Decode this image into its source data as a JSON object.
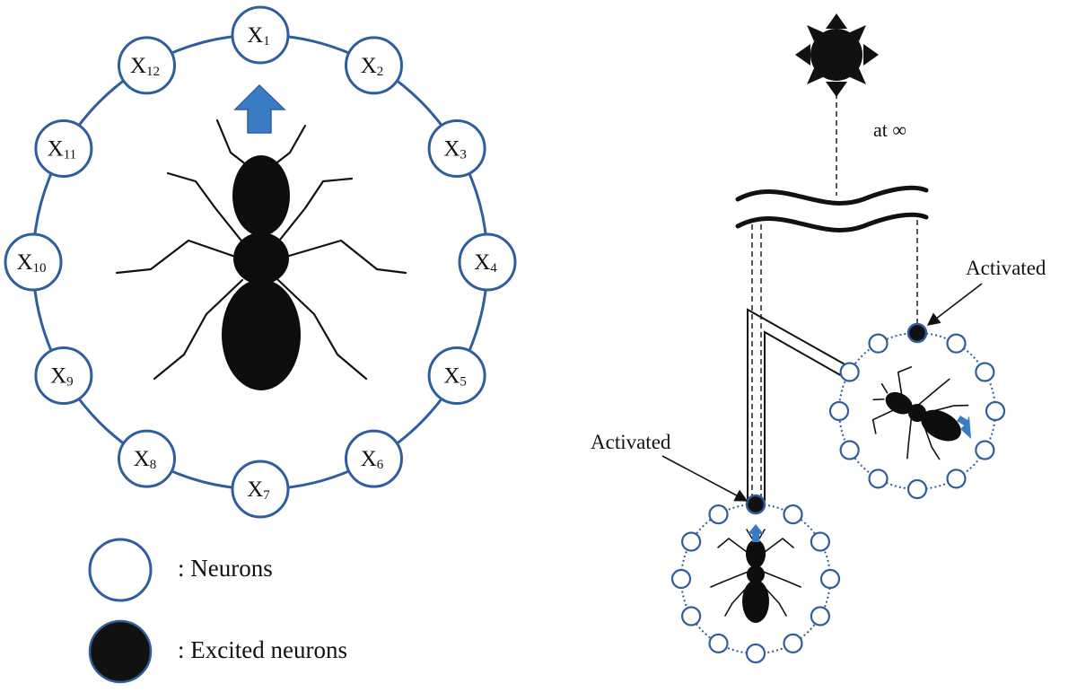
{
  "ring_neurons": [
    {
      "name": "X",
      "sub": "1"
    },
    {
      "name": "X",
      "sub": "2"
    },
    {
      "name": "X",
      "sub": "3"
    },
    {
      "name": "X",
      "sub": "4"
    },
    {
      "name": "X",
      "sub": "5"
    },
    {
      "name": "X",
      "sub": "6"
    },
    {
      "name": "X",
      "sub": "7"
    },
    {
      "name": "X",
      "sub": "8"
    },
    {
      "name": "X",
      "sub": "9"
    },
    {
      "name": "X",
      "sub": "10"
    },
    {
      "name": "X",
      "sub": "11"
    },
    {
      "name": "X",
      "sub": "12"
    }
  ],
  "legend": {
    "neurons": ": Neurons",
    "excited": ": Excited neurons"
  },
  "right": {
    "sun_label": "at ∞",
    "activated_top": "Activated",
    "activated_bottom": "Activated"
  },
  "colors": {
    "ring": "#2f5e9e",
    "arrow": "#3a7cc4",
    "ant": "#0d0d0d",
    "excited": "#111111"
  }
}
